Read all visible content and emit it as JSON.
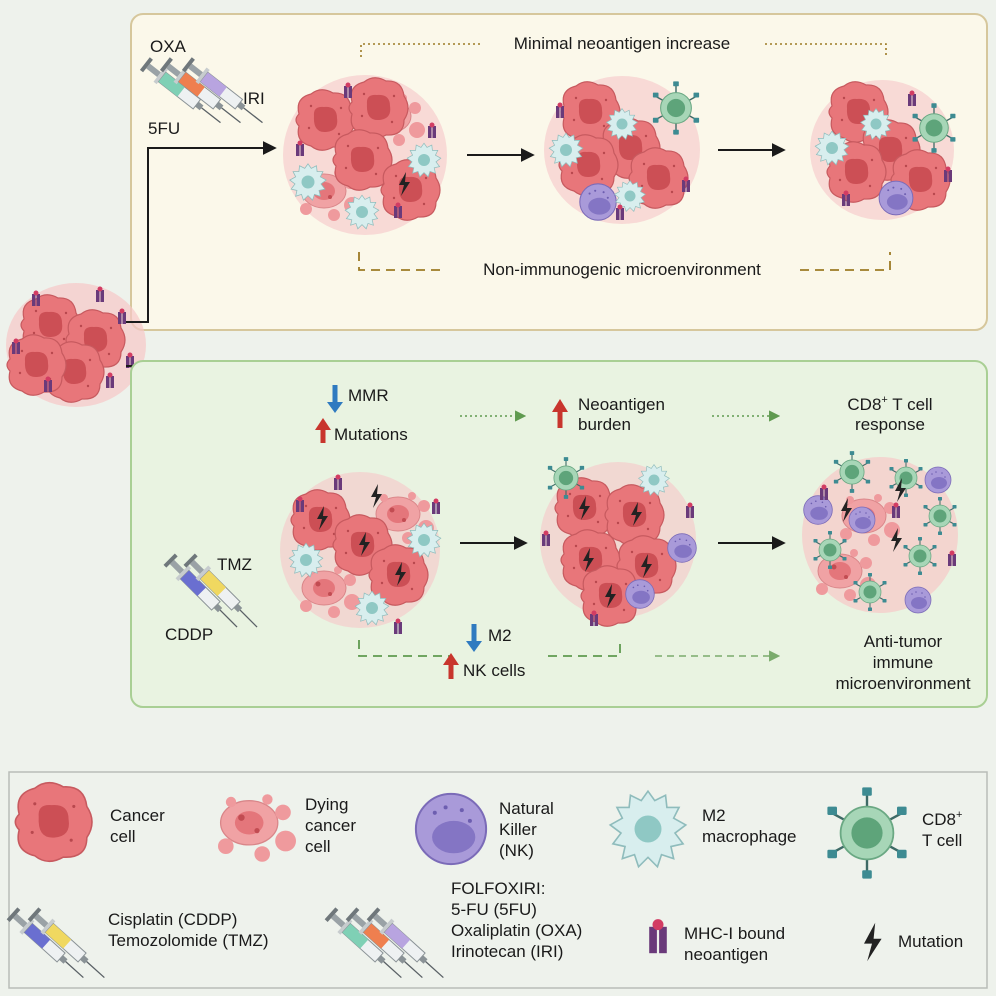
{
  "colors": {
    "background": "#eef2ec",
    "top_panel_fill": "#fbf8ea",
    "top_panel_border": "#d6c79c",
    "bottom_panel_fill": "#e9f3e1",
    "bottom_panel_border": "#a9cf94",
    "cancer_cell": "#e8767a",
    "cancer_nucleus": "#cc4f55",
    "nk_cell": "#a99ad9",
    "m2_macrophage": "#cdeaea",
    "cd8_cell": "#7fbf9a",
    "arrow_up": "#c8352d",
    "arrow_down": "#2f7ac0",
    "dashed_gold": "#9c7a24",
    "dashed_green": "#5f9a4f",
    "syringe_teal": "#7fd0b5",
    "syringe_orange": "#ef7f4f",
    "syringe_lilac": "#b8a4e0",
    "syringe_blue": "#6a6fd0",
    "syringe_yellow": "#f0d860",
    "mhc_purple": "#6a3a7a"
  },
  "top_panel": {
    "drugs": {
      "oxa": "OXA",
      "iri": "IRI",
      "fu": "5FU"
    },
    "header": "Minimal neoantigen increase",
    "footer": "Non-immunogenic microenvironment"
  },
  "bottom_panel": {
    "drugs": {
      "tmz": "TMZ",
      "cddp": "CDDP"
    },
    "mmr": "MMR",
    "mutations": "Mutations",
    "neoantigen_line1": "Neoantigen",
    "neoantigen_line2": "burden",
    "cd8_response_main": "CD8",
    "cd8_response_sup": "+",
    "cd8_response_rest": " T cell",
    "cd8_response_line2": "response",
    "m2": "M2",
    "nk_cells": "NK cells",
    "antitumor_line1": "Anti-tumor",
    "antitumor_line2": "immune",
    "antitumor_line3": "microenvironment"
  },
  "legend": {
    "cancer_cell": [
      "Cancer",
      "cell"
    ],
    "dying_cancer_cell": [
      "Dying",
      "cancer",
      "cell"
    ],
    "nk": [
      "Natural",
      "Killer",
      "(NK)"
    ],
    "m2": [
      "M2",
      "macrophage"
    ],
    "cd8_main": "CD8",
    "cd8_sup": "+",
    "cd8_line2": "T cell",
    "cddp_tmz": [
      "Cisplatin (CDDP)",
      "Temozolomide (TMZ)"
    ],
    "folfoxiri": [
      "FOLFOXIRI:",
      "5-FU (5FU)",
      "Oxaliplatin (OXA)",
      "Irinotecan (IRI)"
    ],
    "mhc": [
      "MHC-I bound",
      "neoantigen"
    ],
    "mutation": "Mutation"
  }
}
